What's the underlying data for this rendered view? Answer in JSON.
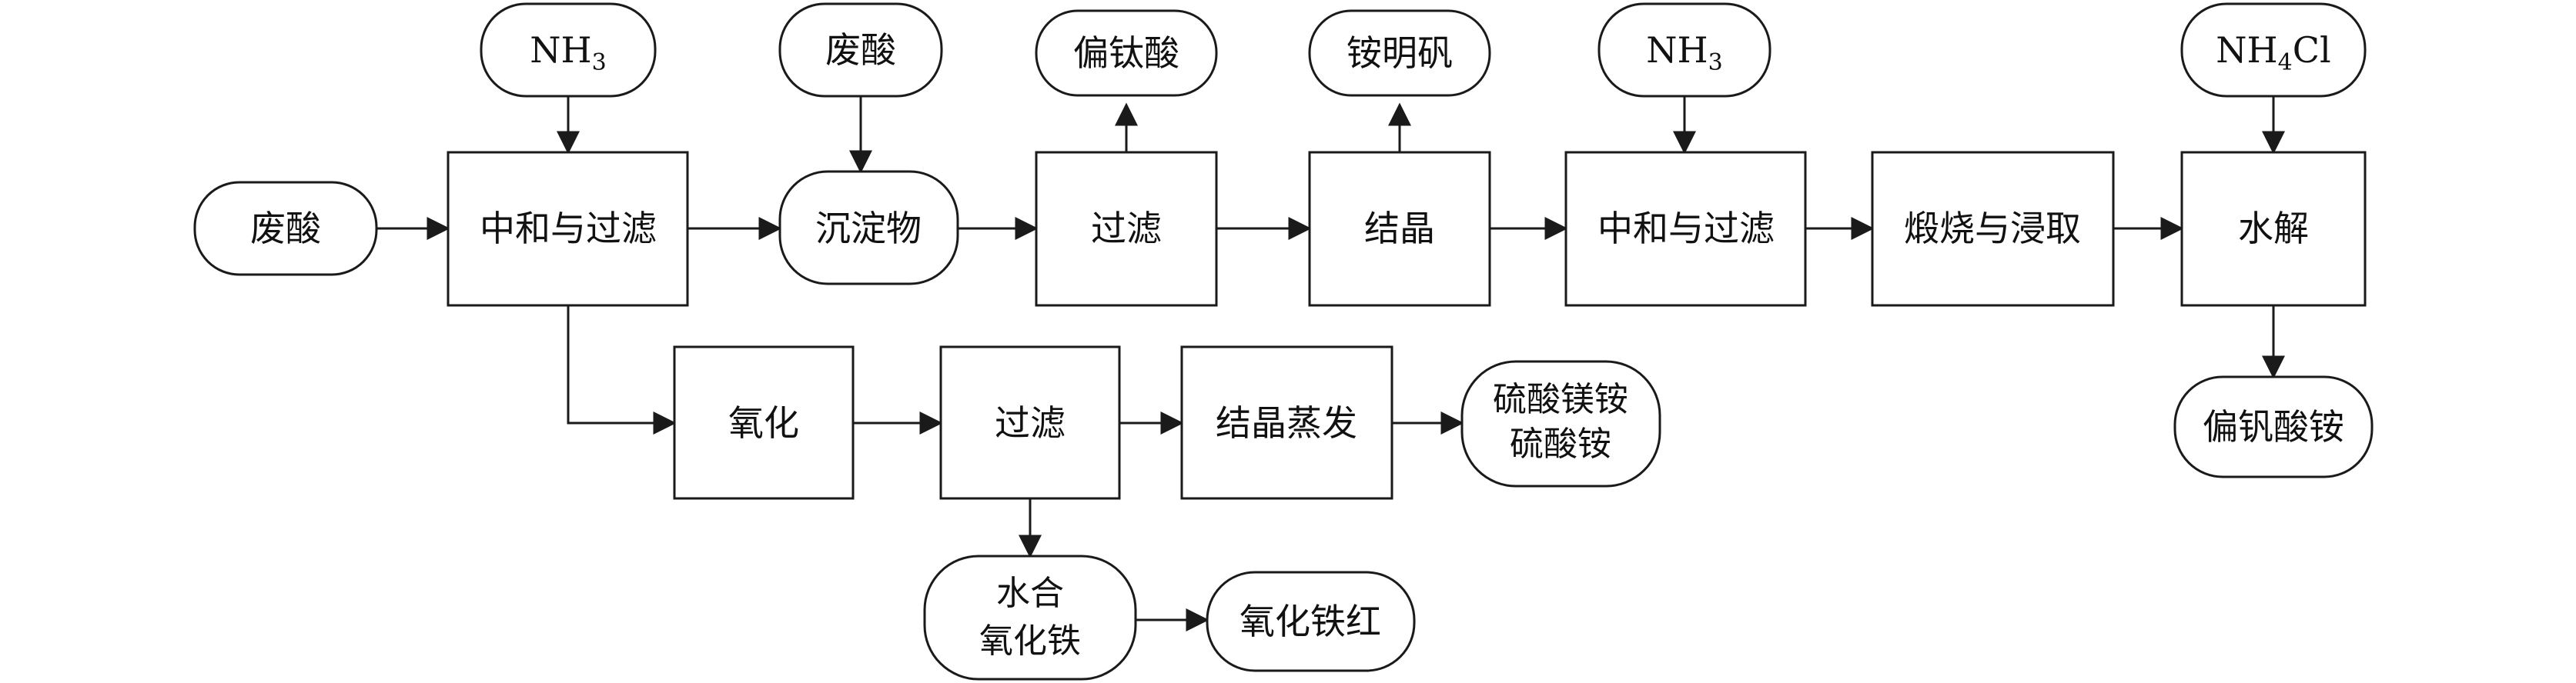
{
  "diagram": {
    "nodes": {
      "nh3_top_1": {
        "base": "NH",
        "sub": "3",
        "tail": ""
      },
      "waste_acid_top": "废酸",
      "metatitanic_acid": "偏钛酸",
      "ammonium_alum": "铵明矾",
      "nh3_top_2": {
        "base": "NH",
        "sub": "3",
        "tail": ""
      },
      "nh4cl_top": {
        "base": "NH",
        "sub": "4",
        "tail": "Cl"
      },
      "waste_acid_left": "废酸",
      "neutralize_filter_1": "中和与过滤",
      "precipitate": "沉淀物",
      "filter_1": "过滤",
      "crystallize": "结晶",
      "neutralize_filter_2": "中和与过滤",
      "calcine_leach": "煅烧与浸取",
      "hydrolysis": "水解",
      "ammonium_metavanadate": "偏钒酸铵",
      "oxidation": "氧化",
      "filter_2": "过滤",
      "crystallize_evaporate": "结晶蒸发",
      "sulfates_line1": "硫酸镁铵",
      "sulfates_line2": "硫酸铵",
      "hydrated_iron_oxide_line1": "水合",
      "hydrated_iron_oxide_line2": "氧化铁",
      "iron_oxide_red": "氧化铁红"
    }
  }
}
